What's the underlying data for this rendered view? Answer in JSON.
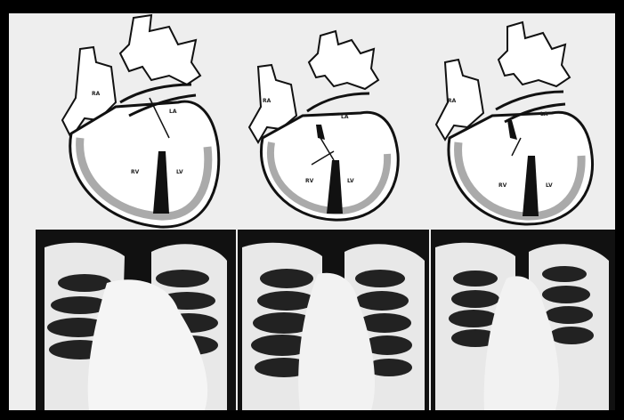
{
  "figure": {
    "panels": [
      {
        "id": "panel-1",
        "labels": {
          "ra": "RA",
          "la": "LA",
          "rv": "RV",
          "lv": "LV"
        }
      },
      {
        "id": "panel-2",
        "labels": {
          "ra": "RA",
          "la": "LA",
          "rv": "RV",
          "lv": "LV"
        }
      },
      {
        "id": "panel-3",
        "labels": {
          "ra": "RA",
          "la": "LA",
          "rv": "RV",
          "lv": "LV"
        }
      }
    ]
  },
  "colors": {
    "border": "#000000",
    "paper": "#eeeeee",
    "ink": "#111111",
    "film": "#111111"
  }
}
